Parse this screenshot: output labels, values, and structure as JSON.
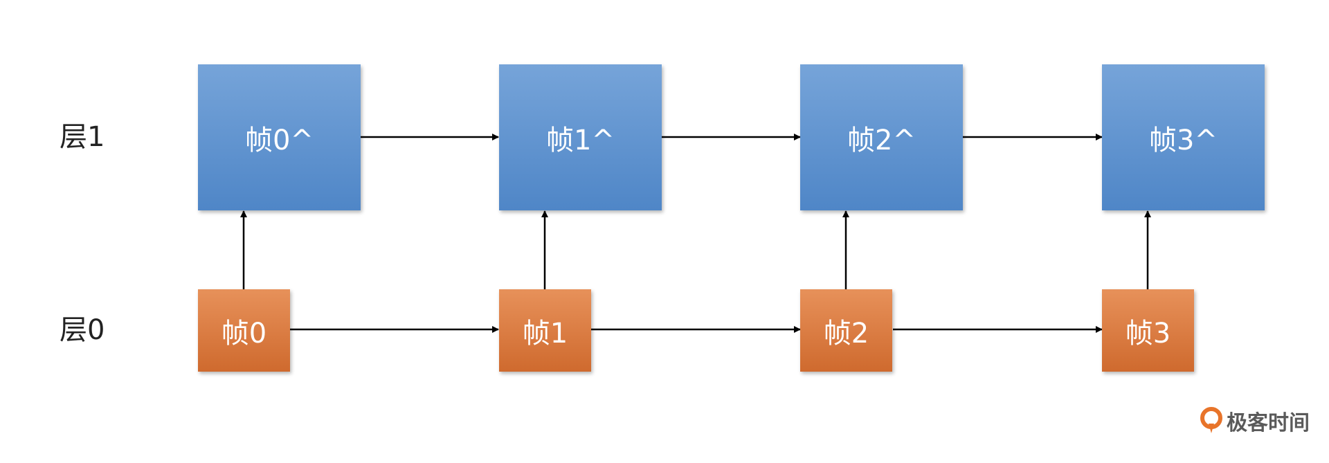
{
  "layers": {
    "layer1_label": "层1",
    "layer0_label": "层0"
  },
  "frames_layer1": [
    "帧0^",
    "帧1^",
    "帧2^",
    "帧3^"
  ],
  "frames_layer0": [
    "帧0",
    "帧1",
    "帧2",
    "帧3"
  ],
  "colors": {
    "layer1_fill": "#5b8fcf",
    "layer0_fill": "#dd7a3e",
    "arrow": "#000000",
    "brand_mark": "#e8742a"
  },
  "icons": [
    "geek-time-logo-icon"
  ],
  "brand": {
    "name": "极客时间"
  }
}
